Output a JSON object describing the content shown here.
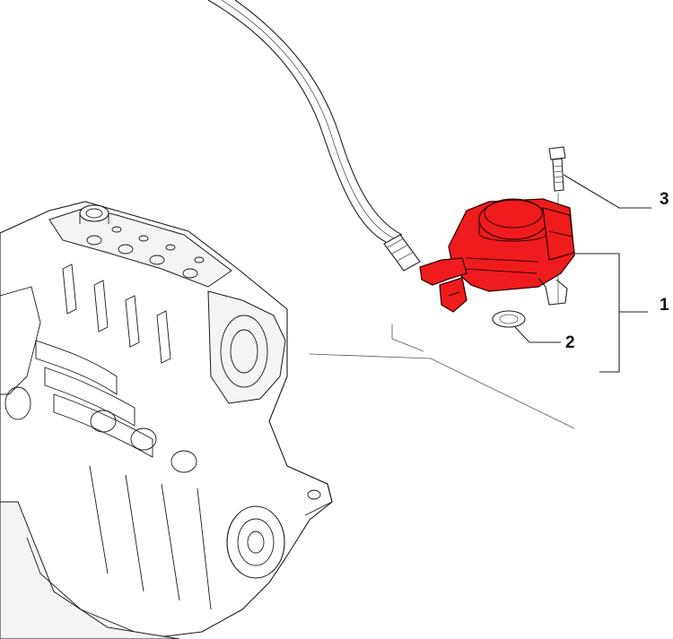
{
  "callouts": [
    {
      "id": "1",
      "label": "1"
    },
    {
      "id": "2",
      "label": "2"
    },
    {
      "id": "3",
      "label": "3"
    }
  ],
  "colors": {
    "highlight": "#ee1c1c",
    "line": "#222222",
    "background": "#ffffff"
  }
}
